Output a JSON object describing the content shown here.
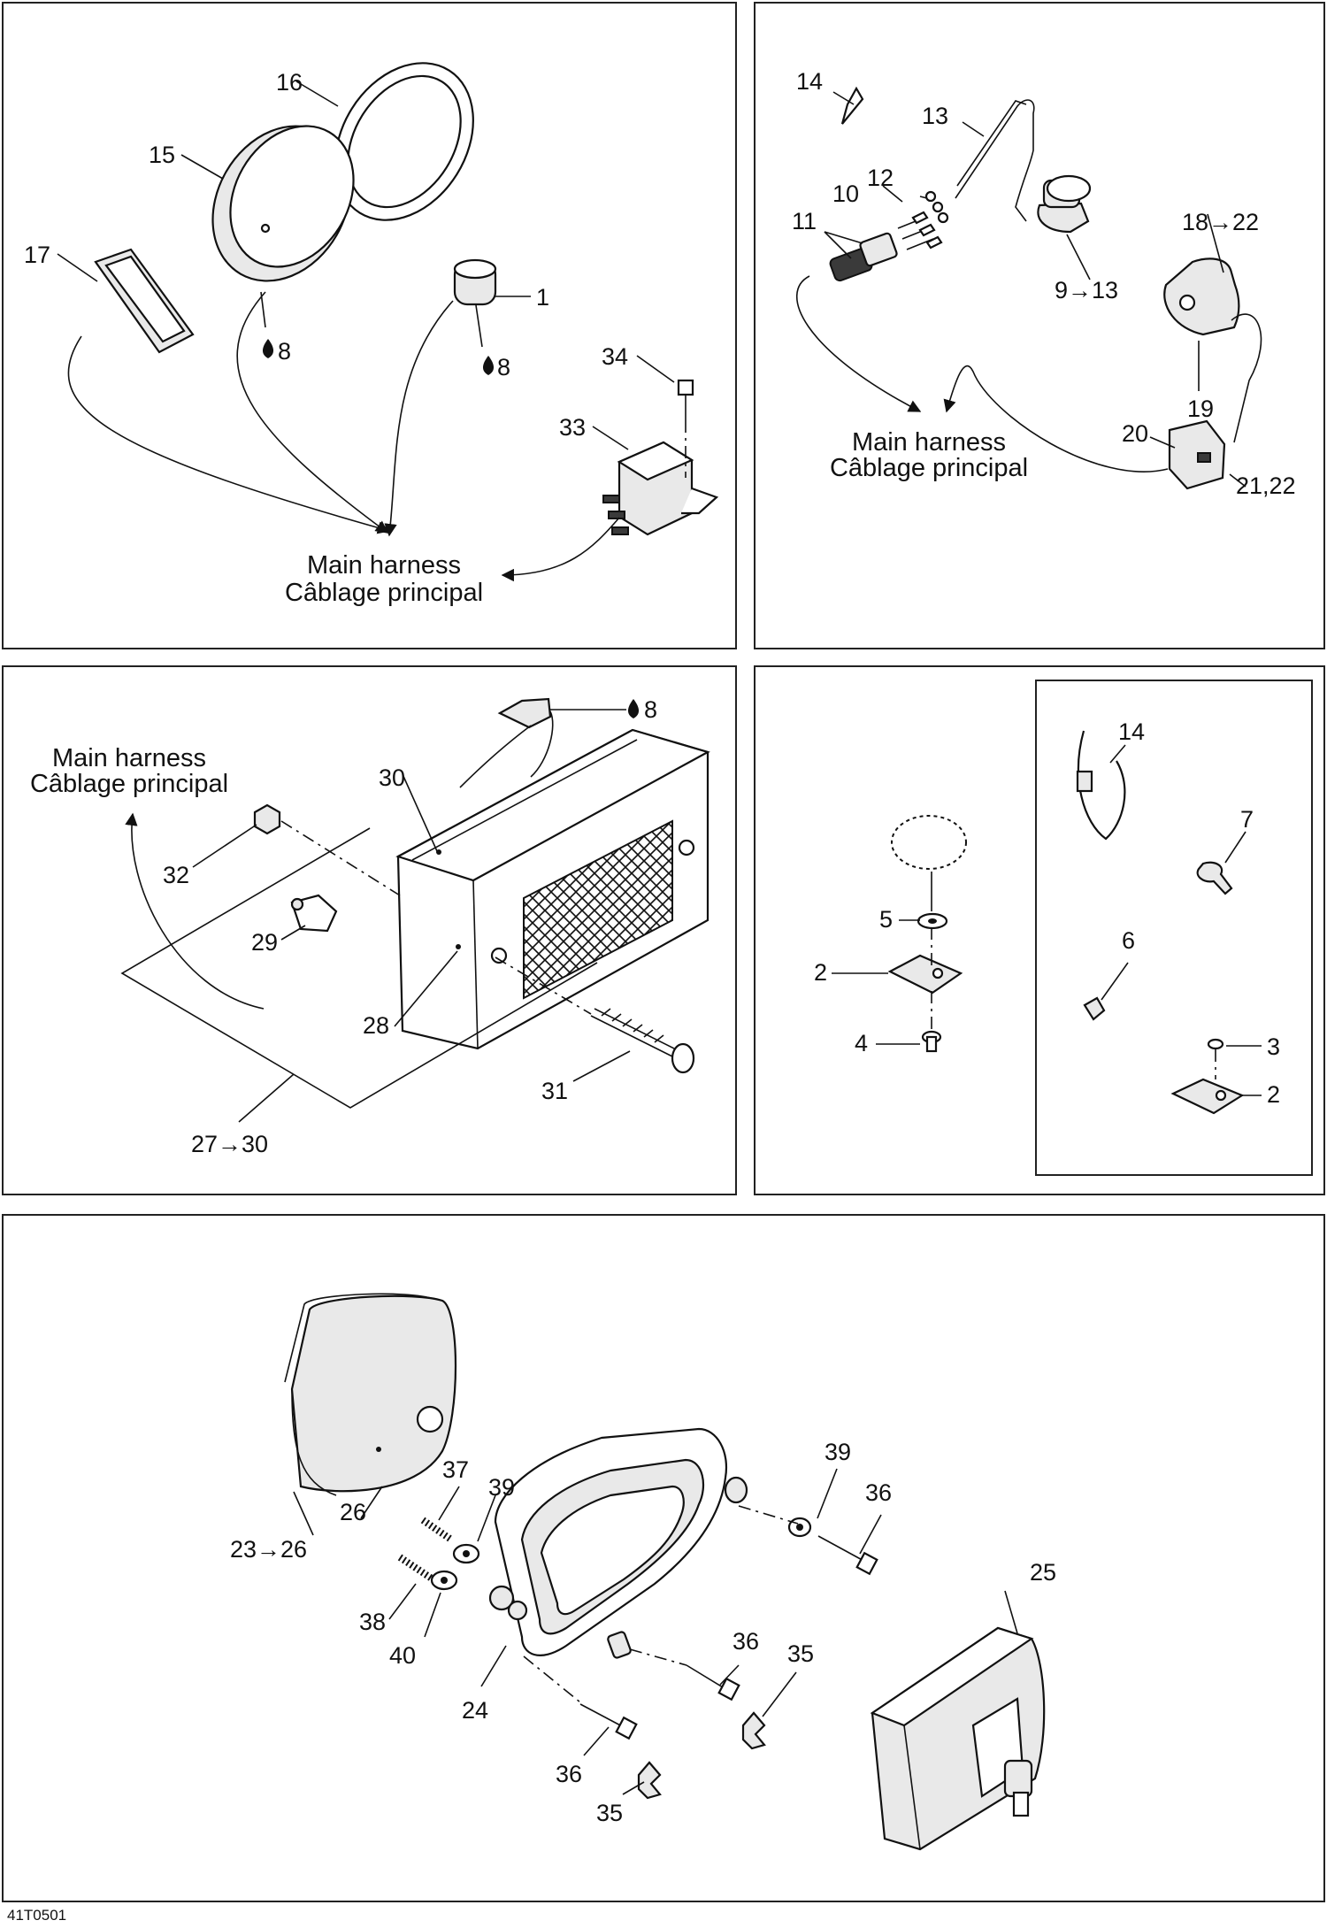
{
  "figure_id": "41T0501",
  "harness_label": {
    "en": "Main harness",
    "fr": "Câblage principal"
  },
  "panels": {
    "p1": {
      "labels": [
        "16",
        "15",
        "17",
        "1",
        "8",
        "8",
        "34",
        "33"
      ]
    },
    "p2": {
      "labels": [
        "14",
        "13",
        "12",
        "10",
        "11",
        "18→22",
        "9→13",
        "19",
        "20",
        "21,22"
      ]
    },
    "p3": {
      "labels": [
        "8",
        "30",
        "32",
        "29",
        "28",
        "31",
        "27→30"
      ]
    },
    "p4": {
      "labels": [
        "14",
        "7",
        "5",
        "2",
        "6",
        "4",
        "3",
        "2"
      ]
    },
    "p5": {
      "labels": [
        "25",
        "26",
        "23→26",
        "37",
        "39",
        "39",
        "36",
        "38",
        "40",
        "36",
        "35",
        "24",
        "36",
        "35"
      ]
    }
  },
  "icons": {
    "oil_drop": "drop-icon",
    "arrow": "right-arrow-icon"
  }
}
